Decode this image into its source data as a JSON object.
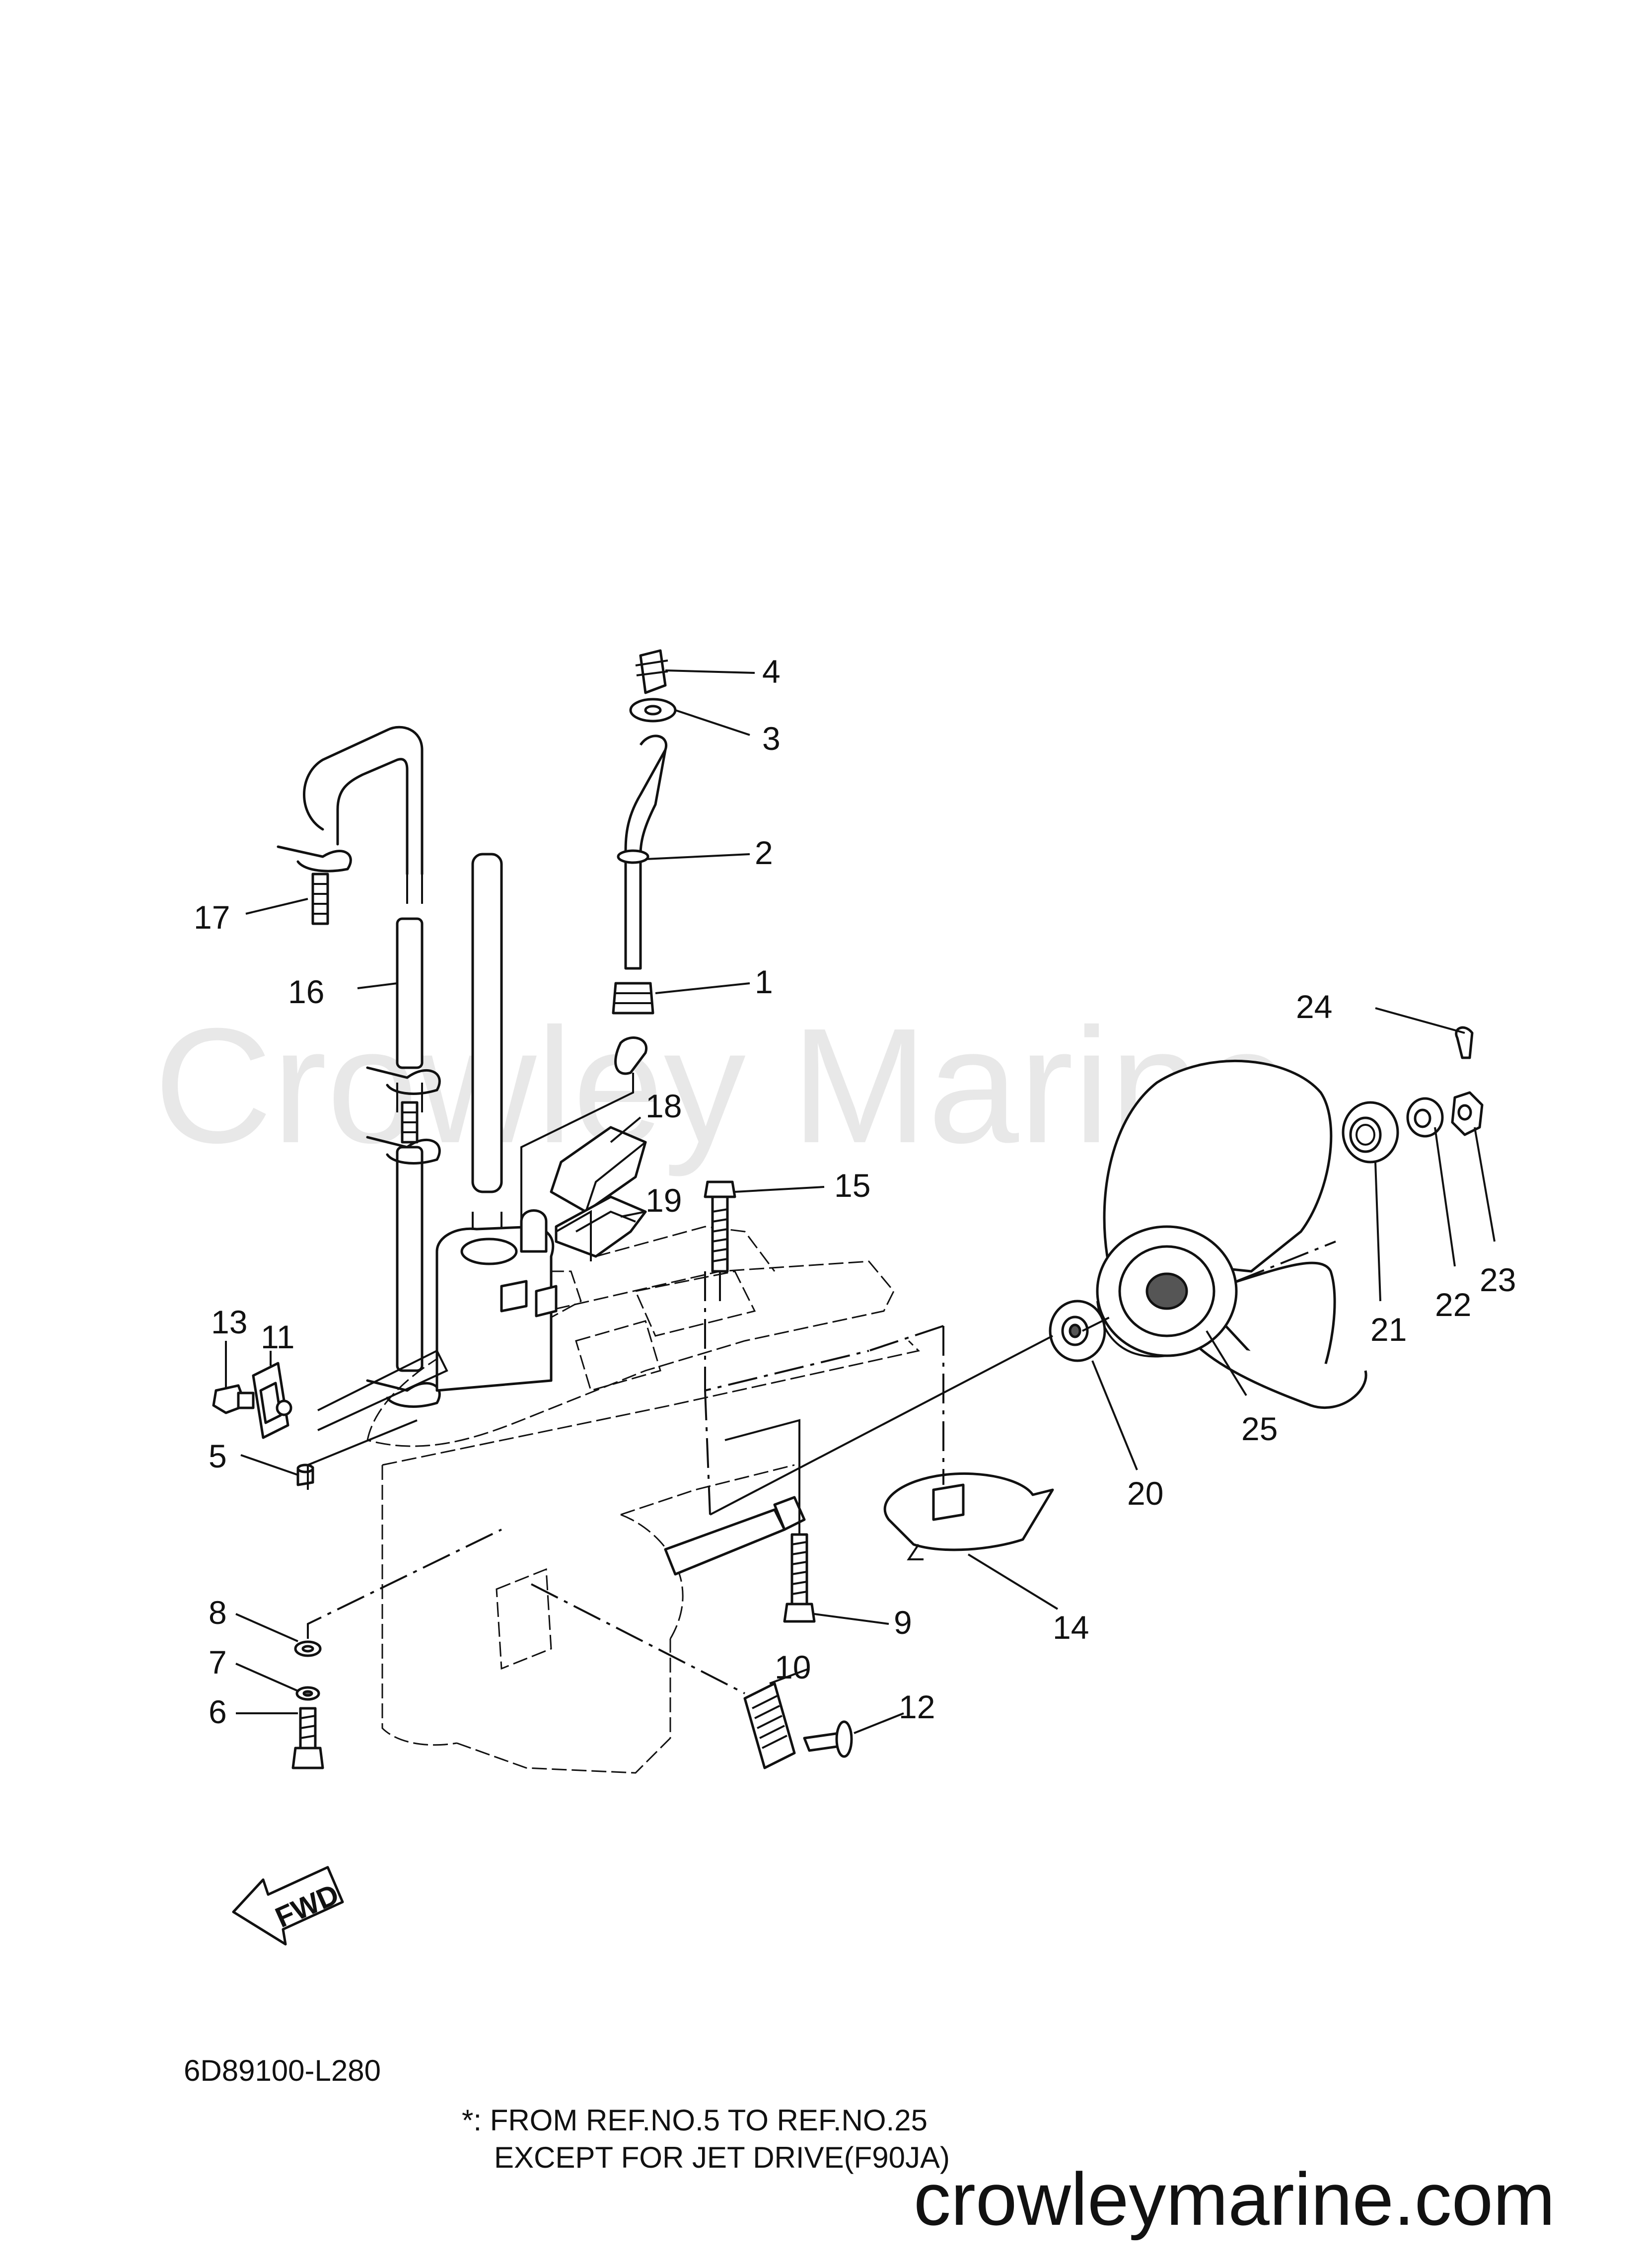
{
  "watermark": "Crowley Marine",
  "part_labels": [
    "1",
    "2",
    "3",
    "4",
    "5",
    "6",
    "7",
    "8",
    "9",
    "10",
    "11",
    "12",
    "13",
    "14",
    "15",
    "16",
    "17",
    "18",
    "19",
    "20",
    "21",
    "22",
    "23",
    "24",
    "25"
  ],
  "fwd_label": "FWD",
  "diagram_code": "6D89100-L280",
  "footnote": {
    "line1": "*: FROM REF.NO.5 TO REF.NO.25",
    "line2": "EXCEPT FOR JET DRIVE(F90JA)"
  },
  "site_url": "crowleymarine.com"
}
